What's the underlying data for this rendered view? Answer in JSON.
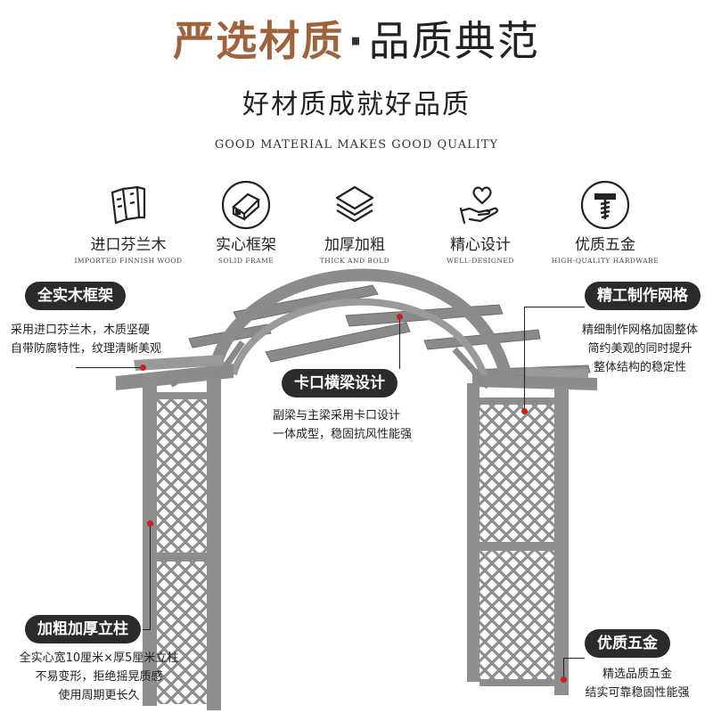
{
  "header": {
    "title_highlight": "严选材质",
    "title_dot": "·",
    "title_rest": "品质典范",
    "subtitle": "好材质成就好品质",
    "subtitle_en": "GOOD MATERIAL MAKES GOOD QUALITY"
  },
  "features": [
    {
      "icon": "wood-planks-icon",
      "cn": "进口芬兰木",
      "en": "IMPORTED FINNISH WOOD"
    },
    {
      "icon": "solid-frame-icon",
      "cn": "实心框架",
      "en": "SOLID FRAME"
    },
    {
      "icon": "layers-icon",
      "cn": "加厚加粗",
      "en": "THICK AND BOLD"
    },
    {
      "icon": "heart-hand-icon",
      "cn": "精心设计",
      "en": "WELL-DESIGNED"
    },
    {
      "icon": "screw-icon",
      "cn": "优质五金",
      "en": "HIGH-QUALITY HARDWARE"
    }
  ],
  "callouts": {
    "frame": {
      "label": "全实木框架",
      "lines": [
        "采用进口芬兰木，木质坚硬",
        "自带防腐特性，纹理清晰美观"
      ]
    },
    "beam": {
      "label": "卡口横梁设计",
      "lines": [
        "副梁与主梁采用卡口设计",
        "一体成型，稳固抗风性能强"
      ]
    },
    "lattice": {
      "label": "精工制作网格",
      "lines": [
        "精细制作网格加固整体",
        "简约美观的同时提升",
        "整体结构的稳定性"
      ]
    },
    "post": {
      "label": "加粗加厚立柱",
      "lines": [
        "全实心宽10厘米×厚5厘米立柱",
        "不易变形，拒绝摇晃质感",
        "使用周期更长久"
      ]
    },
    "hardware": {
      "label": "优质五金",
      "lines": [
        "精选品质五金",
        "结实可靠稳固性能强"
      ]
    }
  },
  "colors": {
    "accent": "#a0623a",
    "pill": "#2b2b2b",
    "marker": "#d01c1c",
    "wood": "#8e8e8e"
  }
}
